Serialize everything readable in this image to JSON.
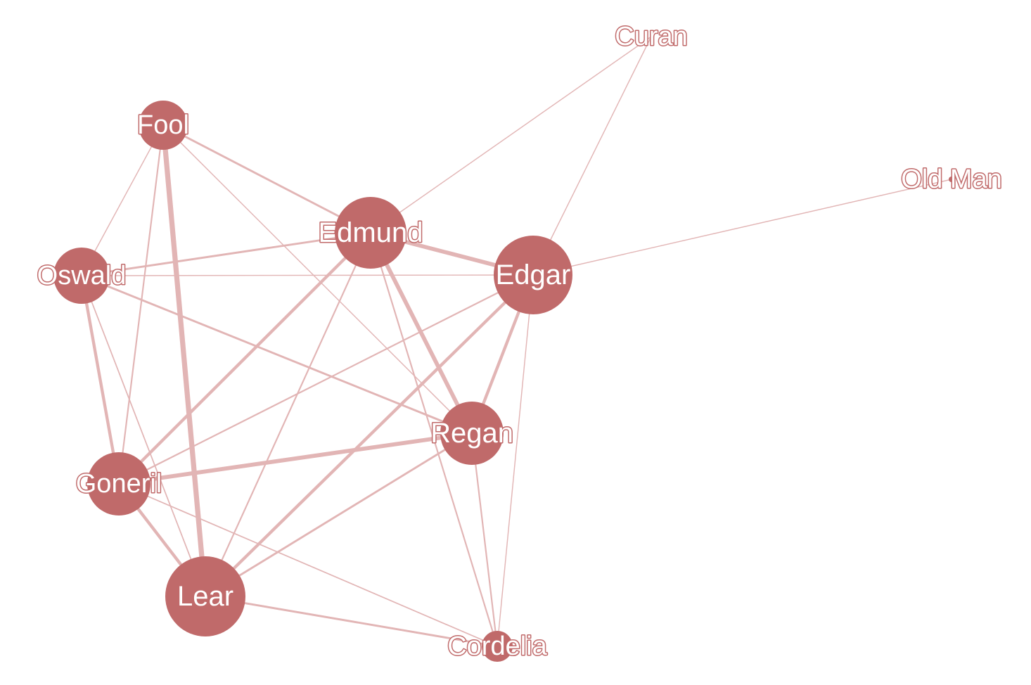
{
  "colors": {
    "node": "#c06a6a",
    "edge": "#e2b5b5",
    "label_fill": "#ffffff",
    "label_outline": "#c06a6a",
    "background": "#ffffff"
  },
  "nodes": [
    {
      "id": "lear",
      "label": "Lear"
    },
    {
      "id": "edgar",
      "label": "Edgar"
    },
    {
      "id": "edmund",
      "label": "Edmund"
    },
    {
      "id": "goneril",
      "label": "Goneril"
    },
    {
      "id": "regan",
      "label": "Regan"
    },
    {
      "id": "oswald",
      "label": "Oswald"
    },
    {
      "id": "fool",
      "label": "Fool"
    },
    {
      "id": "cordelia",
      "label": "Cordelia"
    },
    {
      "id": "curan",
      "label": "Curan"
    },
    {
      "id": "old_man",
      "label": "Old Man"
    }
  ],
  "edges": [
    {
      "source": "fool",
      "target": "lear",
      "weight": 5
    },
    {
      "source": "edmund",
      "target": "edgar",
      "weight": 4
    },
    {
      "source": "goneril",
      "target": "regan",
      "weight": 4
    },
    {
      "source": "edmund",
      "target": "regan",
      "weight": 4
    },
    {
      "source": "edmund",
      "target": "goneril",
      "weight": 3
    },
    {
      "source": "edgar",
      "target": "lear",
      "weight": 3
    },
    {
      "source": "oswald",
      "target": "goneril",
      "weight": 3
    },
    {
      "source": "goneril",
      "target": "lear",
      "weight": 3
    },
    {
      "source": "edgar",
      "target": "regan",
      "weight": 3
    },
    {
      "source": "lear",
      "target": "cordelia",
      "weight": 2
    },
    {
      "source": "lear",
      "target": "regan",
      "weight": 2
    },
    {
      "source": "fool",
      "target": "edmund",
      "weight": 2
    },
    {
      "source": "oswald",
      "target": "edmund",
      "weight": 2
    },
    {
      "source": "oswald",
      "target": "regan",
      "weight": 2
    },
    {
      "source": "goneril",
      "target": "edgar",
      "weight": 1.5
    },
    {
      "source": "edmund",
      "target": "lear",
      "weight": 1.5
    },
    {
      "source": "fool",
      "target": "goneril",
      "weight": 1.5
    },
    {
      "source": "edmund",
      "target": "cordelia",
      "weight": 1.5
    },
    {
      "source": "regan",
      "target": "cordelia",
      "weight": 1.5
    },
    {
      "source": "oswald",
      "target": "lear",
      "weight": 1.2
    },
    {
      "source": "goneril",
      "target": "cordelia",
      "weight": 1.2
    },
    {
      "source": "fool",
      "target": "oswald",
      "weight": 1
    },
    {
      "source": "fool",
      "target": "regan",
      "weight": 1
    },
    {
      "source": "oswald",
      "target": "edgar",
      "weight": 1
    },
    {
      "source": "edmund",
      "target": "curan",
      "weight": 1
    },
    {
      "source": "edgar",
      "target": "curan",
      "weight": 1
    },
    {
      "source": "edgar",
      "target": "cordelia",
      "weight": 1
    },
    {
      "source": "edgar",
      "target": "old_man",
      "weight": 1
    }
  ]
}
